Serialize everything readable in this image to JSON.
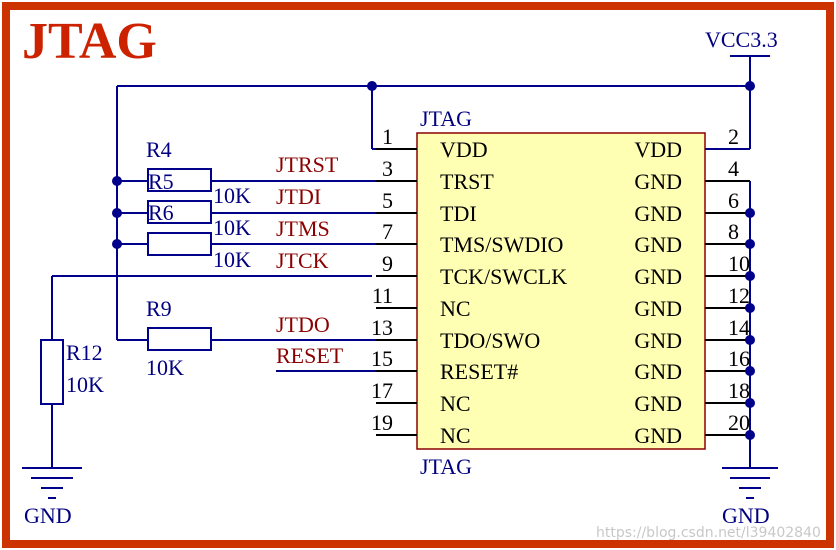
{
  "title": "JTAG",
  "connector": {
    "ref_top": "JTAG",
    "ref_bottom": "JTAG",
    "left_pins": [
      {
        "num": "1",
        "name": "VDD"
      },
      {
        "num": "3",
        "name": "TRST"
      },
      {
        "num": "5",
        "name": "TDI"
      },
      {
        "num": "7",
        "name": "TMS/SWDIO"
      },
      {
        "num": "9",
        "name": "TCK/SWCLK"
      },
      {
        "num": "11",
        "name": "NC"
      },
      {
        "num": "13",
        "name": "TDO/SWO"
      },
      {
        "num": "15",
        "name": "RESET#"
      },
      {
        "num": "17",
        "name": "NC"
      },
      {
        "num": "19",
        "name": "NC"
      }
    ],
    "right_pins": [
      {
        "num": "2",
        "name": "VDD"
      },
      {
        "num": "4",
        "name": "GND"
      },
      {
        "num": "6",
        "name": "GND"
      },
      {
        "num": "8",
        "name": "GND"
      },
      {
        "num": "10",
        "name": "GND"
      },
      {
        "num": "12",
        "name": "GND"
      },
      {
        "num": "14",
        "name": "GND"
      },
      {
        "num": "16",
        "name": "GND"
      },
      {
        "num": "18",
        "name": "GND"
      },
      {
        "num": "20",
        "name": "GND"
      }
    ]
  },
  "nets": {
    "jtrst": "JTRST",
    "jtdi": "JTDI",
    "jtms": "JTMS",
    "jtck": "JTCK",
    "jtdo": "JTDO",
    "reset": "RESET"
  },
  "resistors": {
    "r4": {
      "ref": "R4"
    },
    "r5": {
      "ref": "R5",
      "value": "10K"
    },
    "r6": {
      "ref": "R6",
      "value": "10K"
    },
    "r_tms_value": "10K",
    "r9": {
      "ref": "R9",
      "value": "10K"
    },
    "r12": {
      "ref": "R12",
      "value": "10K"
    }
  },
  "power": {
    "vcc": "VCC3.3",
    "gnd_left": "GND",
    "gnd_right": "GND"
  },
  "watermark": "https://blog.csdn.net/l39402840",
  "colors": {
    "frame": "#cc3300",
    "title": "#cc2200",
    "wire": "#00008b",
    "body_fill": "#ffffb4",
    "body_stroke": "#8b0000",
    "net_label": "#8b0000",
    "text": "#000080",
    "pin_text": "#000000",
    "pin_lead": "#000000",
    "junction": "#00008b"
  }
}
